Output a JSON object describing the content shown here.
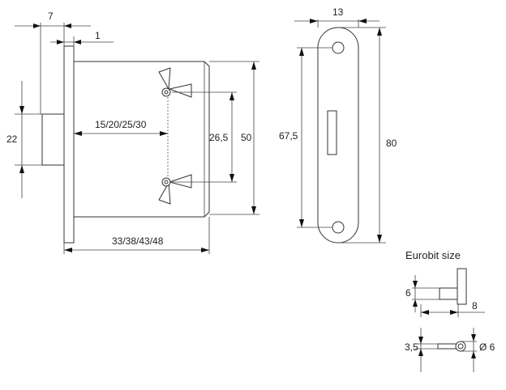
{
  "lock_view": {
    "dim_faceplate_width": "7",
    "dim_faceplate_offset": "1",
    "dim_cylinder_height": "22",
    "dim_backset": "15/20/25/30",
    "dim_key_spacing": "26,5",
    "dim_body_height": "50",
    "dim_body_depth": "33/38/43/48"
  },
  "strike_plate": {
    "dim_width": "13",
    "dim_hole_spacing": "67,5",
    "dim_height": "80"
  },
  "eurobit": {
    "title": "Eurobit size",
    "dim_height": "6",
    "dim_length": "8",
    "dim_shank": "3,5",
    "dim_diameter": "Ø 6"
  }
}
